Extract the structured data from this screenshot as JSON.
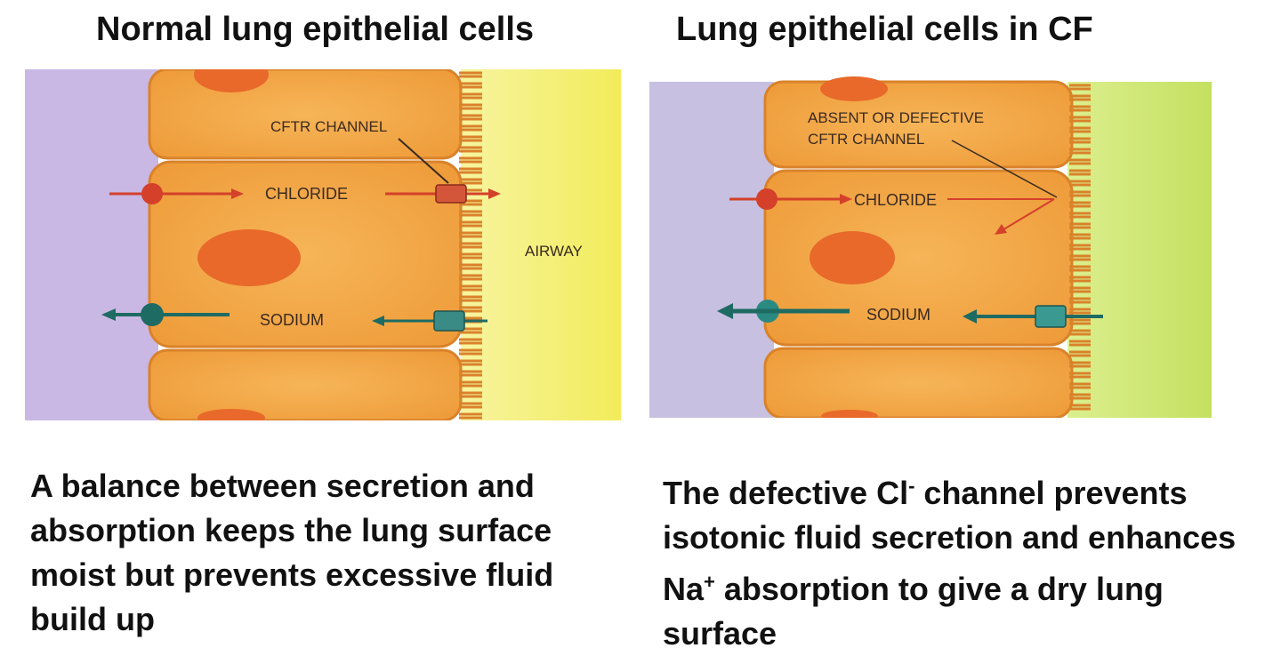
{
  "left_panel": {
    "title": "Normal lung epithelial cells",
    "labels": {
      "cftr": "CFTR CHANNEL",
      "chloride": "CHLORIDE",
      "sodium": "SODIUM",
      "airway": "AIRWAY"
    },
    "caption": "A balance between secretion and absorption keeps the lung surface moist but prevents excessive fluid build up",
    "colors": {
      "interstitium": "#c9b8e4",
      "airway": "#f3f07a",
      "cell": "#f2a84a",
      "nucleus": "#e8692a"
    }
  },
  "right_panel": {
    "title": "Lung epithelial cells in CF",
    "labels": {
      "cftr_line1": "ABSENT OR DEFECTIVE",
      "cftr_line2": "CFTR CHANNEL",
      "chloride": "CHLORIDE",
      "sodium": "SODIUM"
    },
    "caption": {
      "part1": "The defective Cl",
      "sup1": "-",
      "part2": " channel prevents isotonic fluid secretion and enhances Na",
      "sup2": "+",
      "part3": " absorption to give a dry lung surface"
    },
    "colors": {
      "interstitium": "#c7c0e0",
      "airway": "#cfe87a",
      "cell": "#f2a84a",
      "nucleus": "#e8692a"
    }
  }
}
